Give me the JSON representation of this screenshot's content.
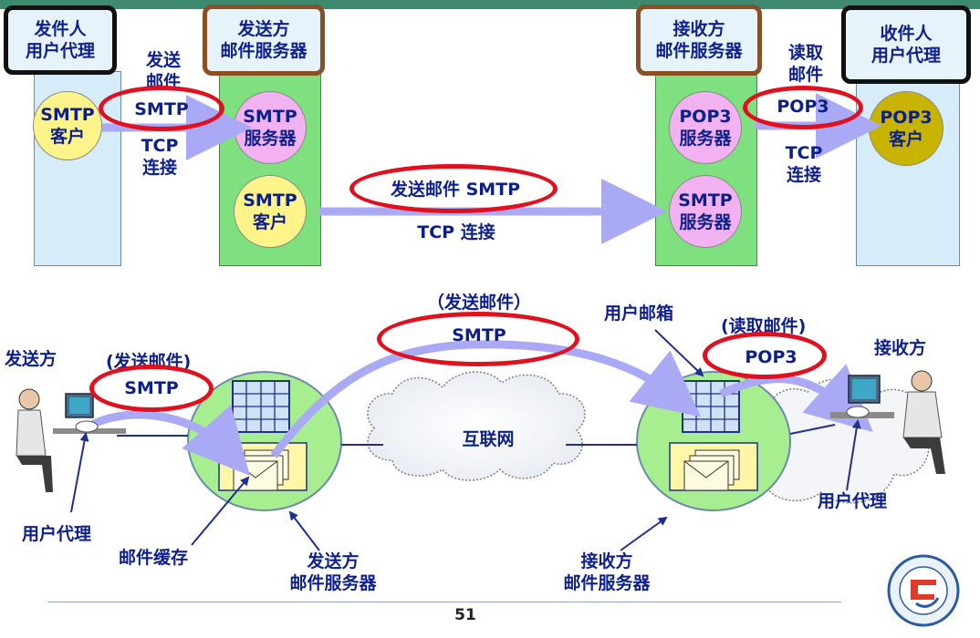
{
  "colors": {
    "title_blue": "#0d1f8a",
    "column_blue": "#d6ecf8",
    "server_green": "#7ee07e",
    "smtp_client": "#fff48a",
    "smtp_server": "#f2b2f2",
    "pop3_client": "#c8b400",
    "highlight_red": "#e0101e",
    "arrow_lavender": "#a9a9f5",
    "top_band": "#3e8a6e"
  },
  "top": {
    "sender_ua": {
      "label": "发件人\n用户代理",
      "client": "SMTP\n客户"
    },
    "sender_server": {
      "label": "发送方\n邮件服务器",
      "server": "SMTP\n服务器",
      "client": "SMTP\n客户"
    },
    "receiver_server": {
      "label": "接收方\n邮件服务器",
      "pop_server": "POP3\n服务器",
      "smtp_server": "SMTP\n服务器"
    },
    "receiver_ua": {
      "label": "收件人\n用户代理",
      "client": "POP3\n客户"
    },
    "left_link": {
      "action": "发送\n邮件",
      "protocol": "SMTP",
      "transport": "TCP\n连接"
    },
    "middle_link": {
      "action": "发送邮件 SMTP",
      "transport": "TCP 连接"
    },
    "right_link": {
      "action": "读取\n邮件",
      "protocol": "POP3",
      "transport": "TCP\n连接"
    }
  },
  "bottom": {
    "sender": "发送方",
    "receiver": "接收方",
    "send_mail_left": "(发送邮件)",
    "smtp_left": "SMTP",
    "send_mail_mid": "（发送邮件）",
    "smtp_mid": "SMTP",
    "mailbox": "用户邮箱",
    "read_mail": "(读取邮件)",
    "pop3": "POP3",
    "internet": "互联网",
    "user_agent_left": "用户代理",
    "user_agent_right": "用户代理",
    "mail_cache": "邮件缓存",
    "sender_server": "发送方\n邮件服务器",
    "receiver_server": "接收方\n邮件服务器"
  },
  "footer": {
    "page_number": "51"
  }
}
